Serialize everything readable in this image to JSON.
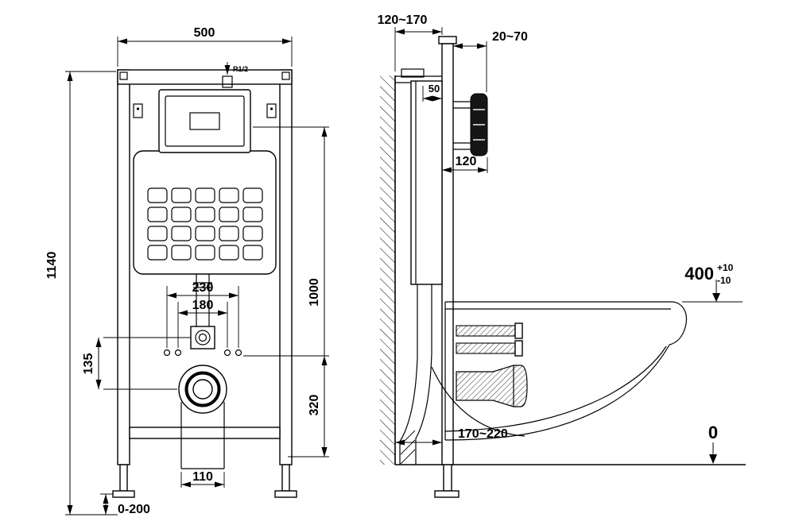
{
  "front_view": {
    "dim_width": "500",
    "dim_height": "1140",
    "dim_flush_height": "1000",
    "dim_drain_height": "320",
    "dim_fixing_outer": "230",
    "dim_fixing_inner": "180",
    "dim_inlet_drain": "135",
    "dim_outlet_width": "110",
    "dim_feet_adjust": "0-200",
    "label_water_inlet": "R1/2"
  },
  "side_view": {
    "dim_wall_to_frame": "120~170",
    "dim_finish_range": "20~70",
    "dim_top": "50",
    "dim_plate": "120",
    "dim_outlet": "170~220",
    "level_bowl": "400",
    "level_bowl_tol_plus": "+10",
    "level_bowl_tol_minus": "-10",
    "level_floor": "0"
  }
}
